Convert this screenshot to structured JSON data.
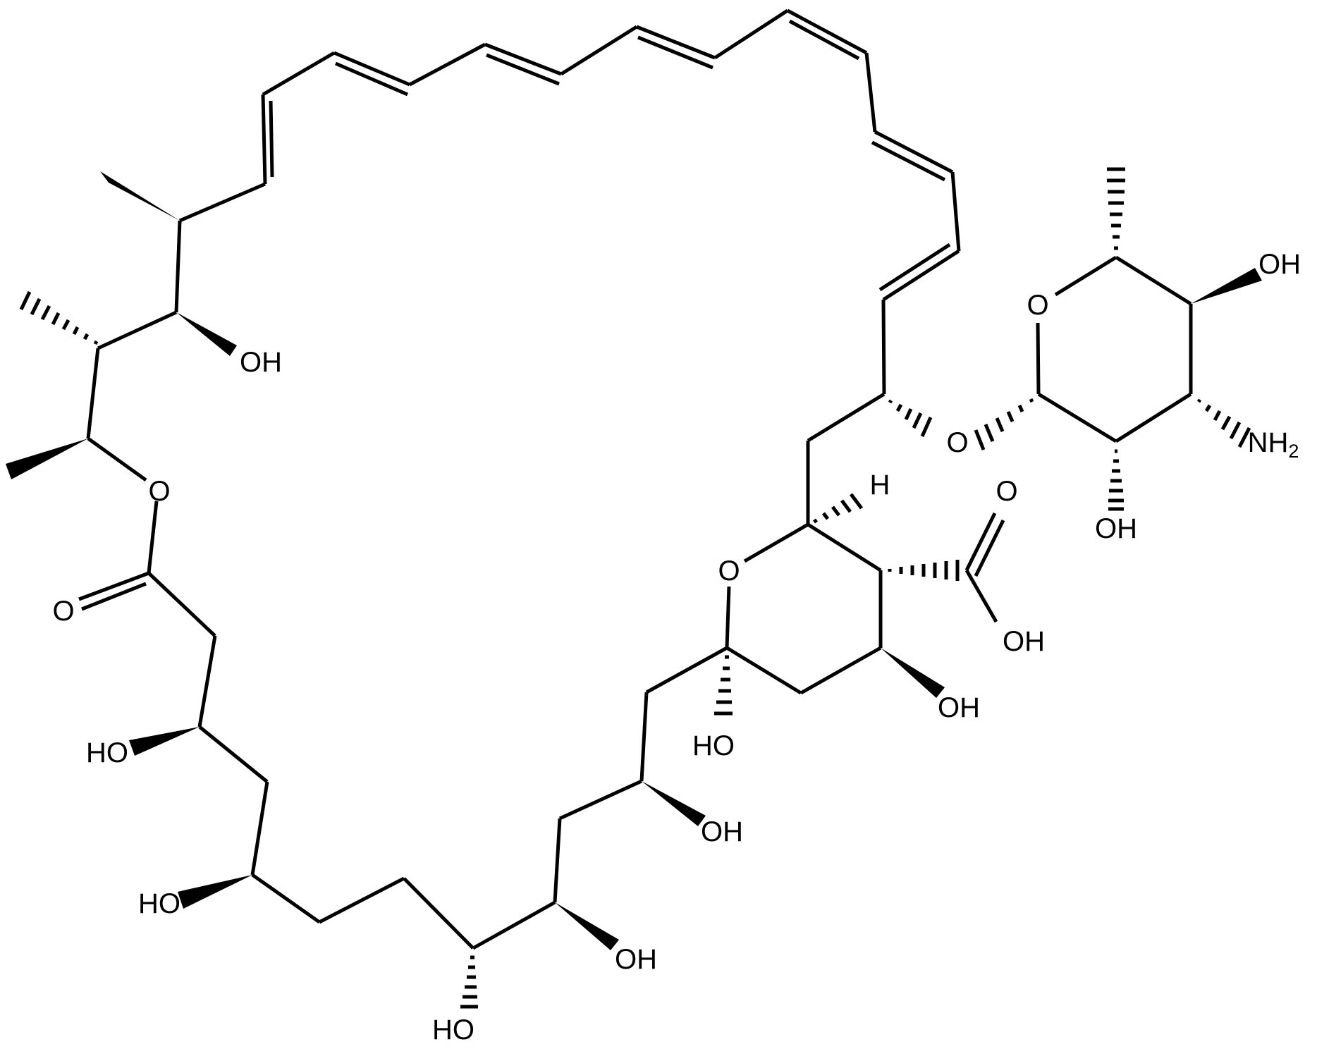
{
  "diagram": {
    "type": "chemical-structure",
    "description": "Macrolide polyene glycoside (amphotericin/nystatin-like) skeletal formula",
    "colors": {
      "bond": "#000000",
      "label": "#000000",
      "background": "#ffffff"
    },
    "labels": {
      "oh_top_left": "OH",
      "ester_o": "O",
      "carbonyl_o": "O",
      "ho_1": "HO",
      "ho_2": "HO",
      "ho_3": "HO",
      "oh_4": "OH",
      "oh_5": "OH",
      "ketal_ho": "HO",
      "ring_o": "O",
      "oh_ring": "OH",
      "h_ring": "H",
      "acid_o": "O",
      "acid_oh": "OH",
      "glyco_o": "O",
      "sugar_o": "O",
      "sugar_oh_top": "OH",
      "sugar_nh": "NH",
      "sugar_nh_sub": "2",
      "sugar_oh_bottom": "OH"
    }
  }
}
